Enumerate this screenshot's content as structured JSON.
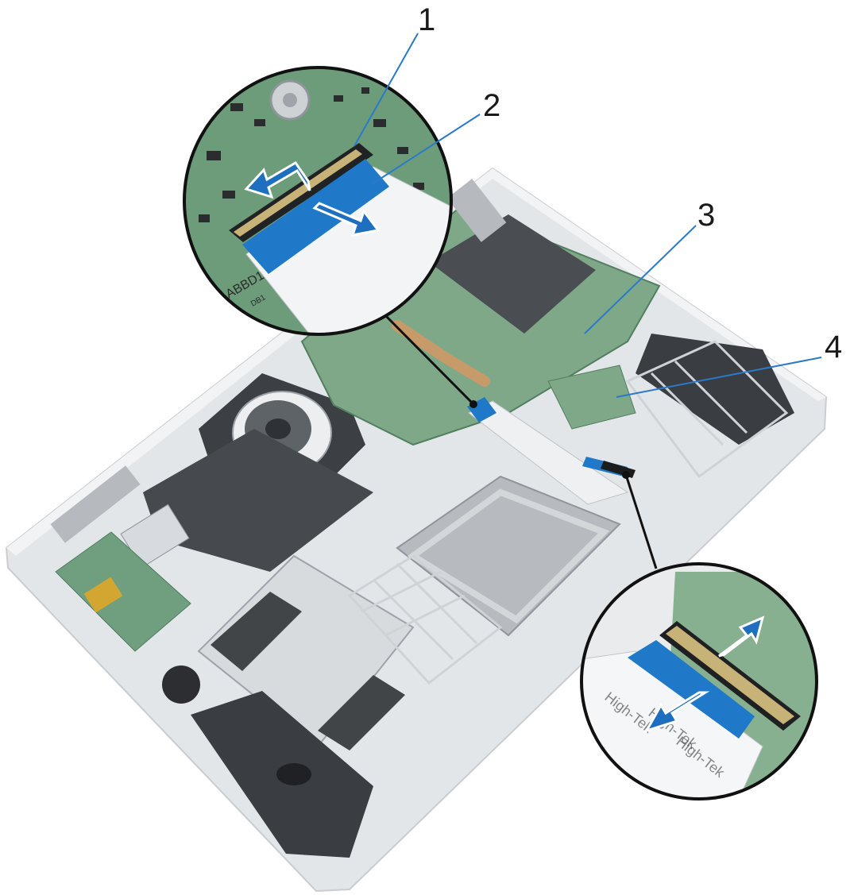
{
  "callouts": [
    {
      "number": "1"
    },
    {
      "number": "2"
    },
    {
      "number": "3"
    },
    {
      "number": "4"
    }
  ],
  "board_labels": {
    "silkscreen_main": "ABBD1",
    "silkscreen_small": "DB1",
    "cable_print": "High-Tek"
  },
  "colors": {
    "background": "#ffffff",
    "palmrest": "#e6e8ea",
    "pcb": "#7fa889",
    "cable_tab": "#1f78c8",
    "arrow": "#1f6fc0",
    "callout_line": "#2a7ac9",
    "leader": "#111111"
  }
}
